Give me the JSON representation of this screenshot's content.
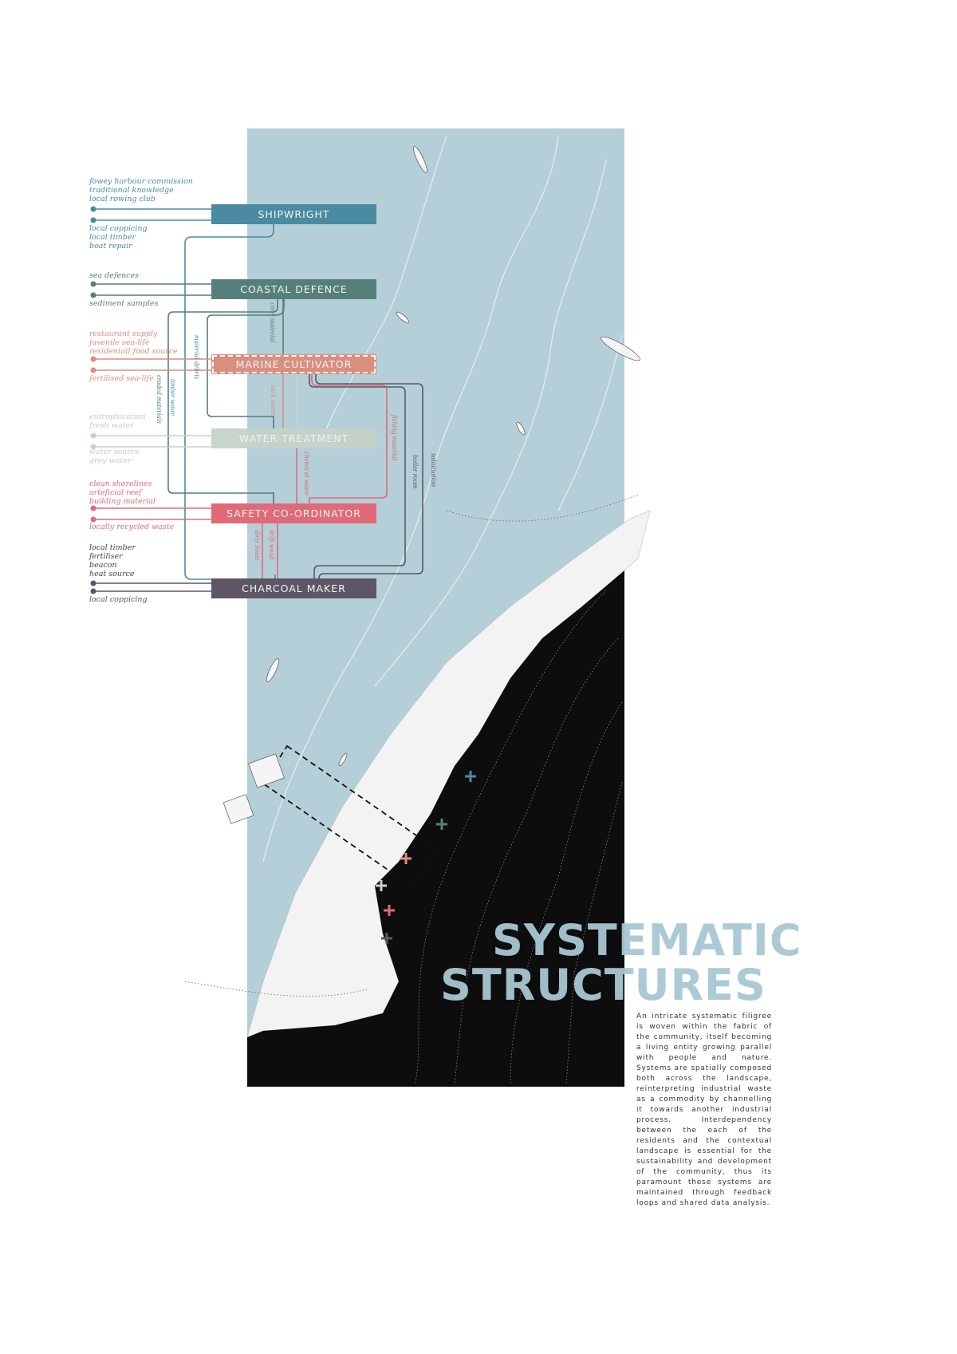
{
  "title": {
    "line1": "SYSTEMATIC",
    "line2": "STRUCTURES"
  },
  "description": "An intricate systematic filigree is woven within the fabric of the community, itself becoming a living entity growing parallel with people and nature. Systems are spatially composed both across the landscape, reinterpreting industrial waste as a commodity by channelling it towards another industrial process. Interdependency between the each of the residents and the contextual landscape is essential for the sustainability and development of the community, thus its paramount these systems are maintained through feedback loops and shared data analysis.",
  "colors": {
    "water": "#b4cfd8",
    "land": "#0d0d0d",
    "shipwright": "#4a8ba1",
    "coastal_defence": "#567f7c",
    "marine_cultivator": "#d98f80",
    "water_treatment": "#c6d3c9",
    "safety_coordinator": "#e06a78",
    "charcoal_maker": "#5e5667",
    "title": "#a8c8d3"
  },
  "systems": [
    {
      "id": "shipwright",
      "label": "SHIPWRIGHT",
      "outputs": [
        "fowey harbour commission",
        "traditional knowledge",
        "local rowing club"
      ],
      "inputs": [
        "local coppicing",
        "local timber",
        "boat repair"
      ]
    },
    {
      "id": "coastal_defence",
      "label": "COASTAL DEFENCE",
      "outputs": [
        "sea defences"
      ],
      "inputs": [
        "sediment samples"
      ]
    },
    {
      "id": "marine_cultivator",
      "label": "MARINE CULTIVATOR",
      "outputs": [
        "restaurant supply",
        "juvenile sea-life",
        "residentail food source"
      ],
      "inputs": [
        "fertilised sea-life"
      ]
    },
    {
      "id": "water_treatment",
      "label": "WATER TREATMENT",
      "outputs": [
        "eutrophication",
        "fresh water"
      ],
      "inputs": [
        "water source",
        "grey water"
      ]
    },
    {
      "id": "safety_coordinator",
      "label": "SAFETY CO-ORDINATOR",
      "outputs": [
        "clean shorelines",
        "arteficial reef",
        "building material"
      ],
      "inputs": [
        "locally recycled waste"
      ]
    },
    {
      "id": "charcoal_maker",
      "label": "CHARCOAL MAKER",
      "outputs": [
        "local timber",
        "fertiliser",
        "beacon",
        "heat source"
      ],
      "inputs": [
        "local coppicing"
      ]
    }
  ],
  "flows": {
    "creel_material": "creel material",
    "material_debris": "material debris",
    "timber_waste": "timber waste",
    "eroded_materials": "eroded materials",
    "tank_water": "tank water",
    "chemical_waste": "chemical waste",
    "fishing_material": "fishing material",
    "boiler_room": "boiler room",
    "salinisation": "salinisation",
    "dirty_boats": "dirty boats",
    "drift_wood": "drift wood"
  }
}
